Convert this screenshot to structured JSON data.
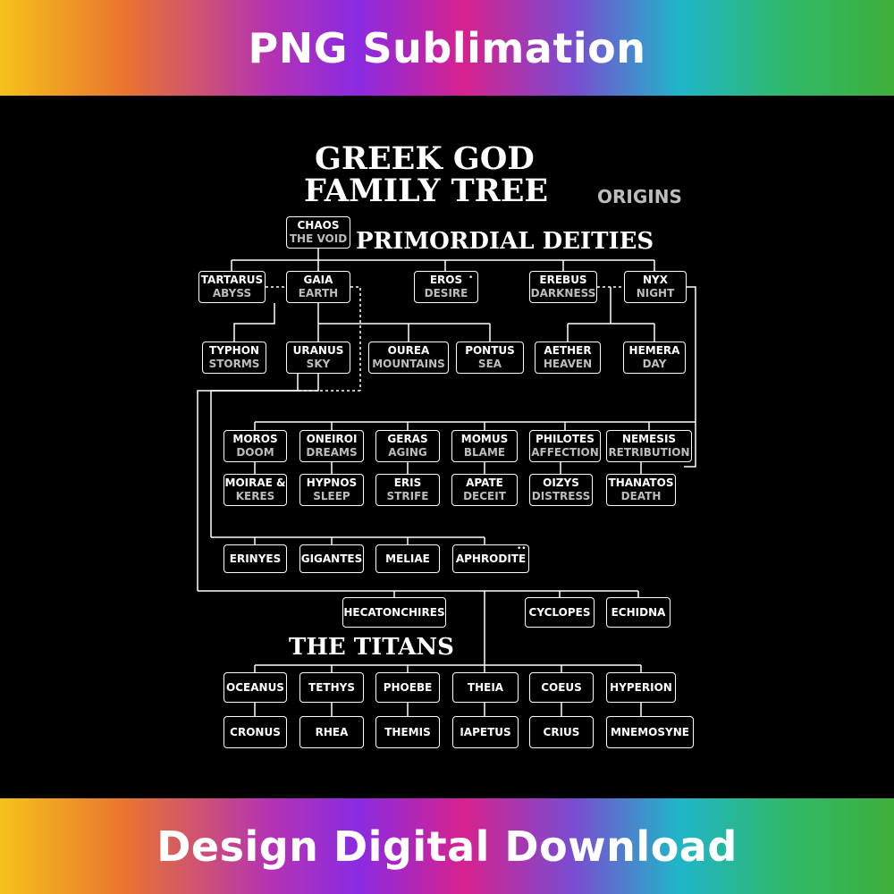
{
  "banners": {
    "top": "PNG Sublimation",
    "bottom": "Design Digital Download"
  },
  "headings": {
    "title_line1": "GREEK GOD",
    "title_line2": "FAMILY TREE",
    "origins": "ORIGINS",
    "primordial": "PRIMORDIAL DEITIES",
    "titans": "THE TITANS"
  },
  "nodes": {
    "chaos": {
      "name": "CHAOS",
      "desc": "THE VOID"
    },
    "tartarus": {
      "name": "TARTARUS",
      "desc": "ABYSS"
    },
    "gaia": {
      "name": "GAIA",
      "desc": "EARTH"
    },
    "eros": {
      "name": "EROS",
      "desc": "DESIRE"
    },
    "erebus": {
      "name": "EREBUS",
      "desc": "DARKNESS"
    },
    "nyx": {
      "name": "NYX",
      "desc": "NIGHT"
    },
    "typhon": {
      "name": "TYPHON",
      "desc": "STORMS"
    },
    "uranus": {
      "name": "URANUS",
      "desc": "SKY"
    },
    "ourea": {
      "name": "OUREA",
      "desc": "MOUNTAINS"
    },
    "pontus": {
      "name": "PONTUS",
      "desc": "SEA"
    },
    "aether": {
      "name": "AETHER",
      "desc": "HEAVEN"
    },
    "hemera": {
      "name": "HEMERA",
      "desc": "DAY"
    },
    "moros": {
      "name": "MOROS",
      "desc": "DOOM"
    },
    "oneiroi": {
      "name": "ONEIROI",
      "desc": "DREAMS"
    },
    "geras": {
      "name": "GERAS",
      "desc": "AGING"
    },
    "momus": {
      "name": "MOMUS",
      "desc": "BLAME"
    },
    "philotes": {
      "name": "PHILOTES",
      "desc": "AFFECTION"
    },
    "nemesis": {
      "name": "NEMESIS",
      "desc": "RETRIBUTION"
    },
    "moirae": {
      "name": "MOIRAE &",
      "desc": "KERES"
    },
    "hypnos": {
      "name": "HYPNOS",
      "desc": "SLEEP"
    },
    "eris": {
      "name": "ERIS",
      "desc": "STRIFE"
    },
    "apate": {
      "name": "APATE",
      "desc": "DECEIT"
    },
    "oizys": {
      "name": "OIZYS",
      "desc": "DISTRESS"
    },
    "thanatos": {
      "name": "THANATOS",
      "desc": "DEATH"
    },
    "erinyes": {
      "name": "ERINYES"
    },
    "gigantes": {
      "name": "GIGANTES"
    },
    "meliae": {
      "name": "MELIAE"
    },
    "aphrodite": {
      "name": "APHRODITE"
    },
    "hecatonchires": {
      "name": "HECATONCHIRES"
    },
    "cyclopes": {
      "name": "CYCLOPES"
    },
    "echidna": {
      "name": "ECHIDNA"
    },
    "oceanus": {
      "name": "OCEANUS"
    },
    "tethys": {
      "name": "TETHYS"
    },
    "phoebe": {
      "name": "PHOEBE"
    },
    "theia": {
      "name": "THEIA"
    },
    "coeus": {
      "name": "COEUS"
    },
    "hyperion": {
      "name": "HYPERION"
    },
    "cronus": {
      "name": "CRONUS"
    },
    "rhea": {
      "name": "RHEA"
    },
    "themis": {
      "name": "THEMIS"
    },
    "iapetus": {
      "name": "IAPETUS"
    },
    "crius": {
      "name": "CRIUS"
    },
    "mnemosyne": {
      "name": "MNEMOSYNE"
    }
  },
  "colors": {
    "background": "#000000",
    "line": "#ffffff",
    "subtext": "#bdbdbd"
  }
}
